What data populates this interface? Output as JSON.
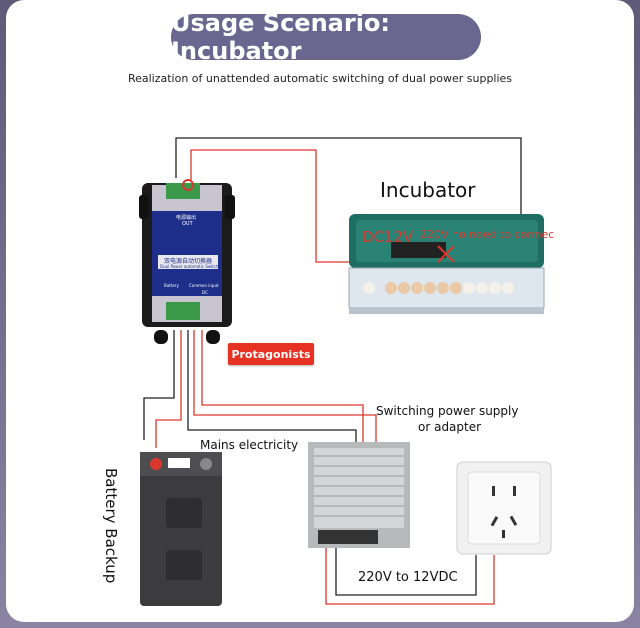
{
  "title": "Usage Scenario: Incubator",
  "subtitle": "Realization of unattended automatic switching of dual power supplies",
  "labels": {
    "incubator": "Incubator",
    "dc12v": "DC12V",
    "incubator_note": "220V no need to connec",
    "protagonists": "Protagonists",
    "mains": "Mains electricity",
    "switching_power_line1": "Switching power supply",
    "switching_power_line2": "or adapter",
    "conversion": "220V to 12VDC",
    "battery": "Battery Backup"
  },
  "device": {
    "top_label_cn": "电源输出",
    "top_label_en": "OUT",
    "name_cn": "双电源自动切换器",
    "name_en": "Dual Power automatic Switch",
    "port_left": "Battery",
    "port_right": "Common input",
    "dc_label": "DC"
  },
  "colors": {
    "pill": "#6b6690",
    "wire_red": "#d9382c",
    "wire_black": "#222222",
    "device_blue": "#1d2f8a",
    "tag_red": "#e53222"
  },
  "icons": [
    "outlet-icon",
    "battery-icon",
    "power-supply-icon",
    "switch-device-icon",
    "incubator-icon"
  ]
}
